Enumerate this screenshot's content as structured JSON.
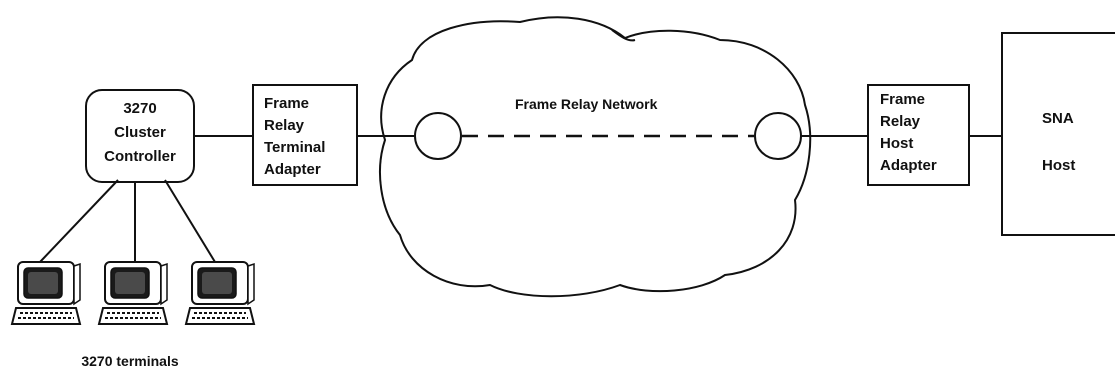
{
  "controller": {
    "lines": [
      "3270",
      "Cluster",
      "Controller"
    ]
  },
  "terminal_adapter": {
    "lines": [
      "Frame",
      "Relay",
      "Terminal",
      "Adapter"
    ]
  },
  "network": {
    "label": "Frame Relay Network"
  },
  "host_adapter": {
    "lines": [
      "Frame",
      "Relay",
      "Host",
      "Adapter"
    ]
  },
  "host": {
    "line1": "SNA",
    "line2": "Host"
  },
  "terminals": {
    "caption": "3270 terminals",
    "count": 3
  }
}
